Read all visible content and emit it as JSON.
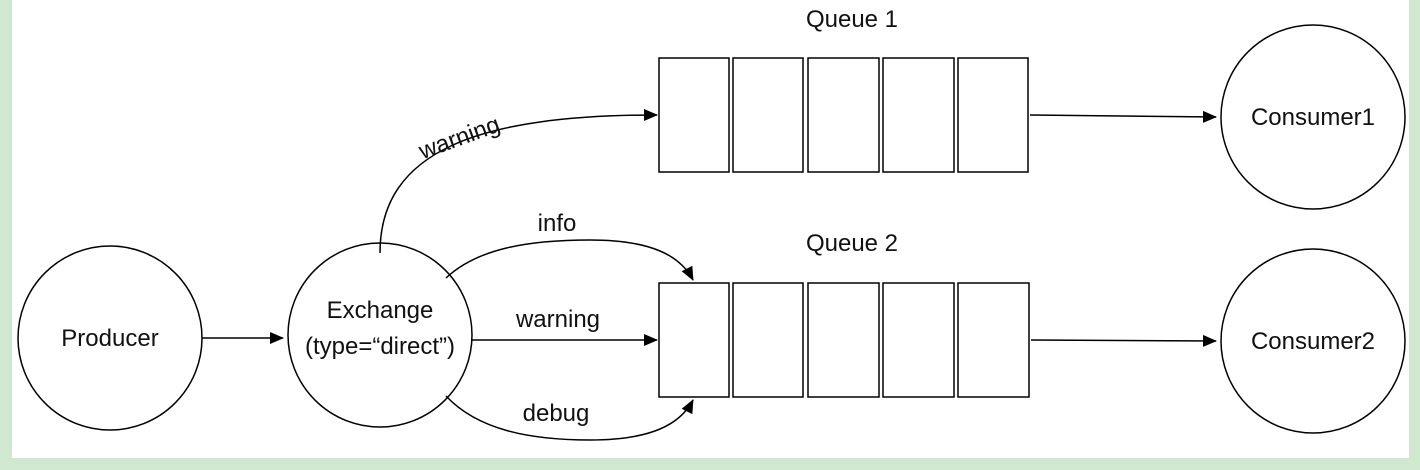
{
  "nodes": {
    "producer": "Producer",
    "exchange_line1": "Exchange",
    "exchange_line2": "(type=“direct”)",
    "consumer1": "Consumer1",
    "consumer2": "Consumer2"
  },
  "queues": {
    "queue1": "Queue 1",
    "queue2": "Queue 2"
  },
  "routing_keys": {
    "q1_warning": "warning",
    "q2_info": "info",
    "q2_warning": "warning",
    "q2_debug": "debug"
  },
  "colors": {
    "background": "#cfe8cf",
    "canvas": "#ffffff",
    "stroke": "#000000"
  }
}
